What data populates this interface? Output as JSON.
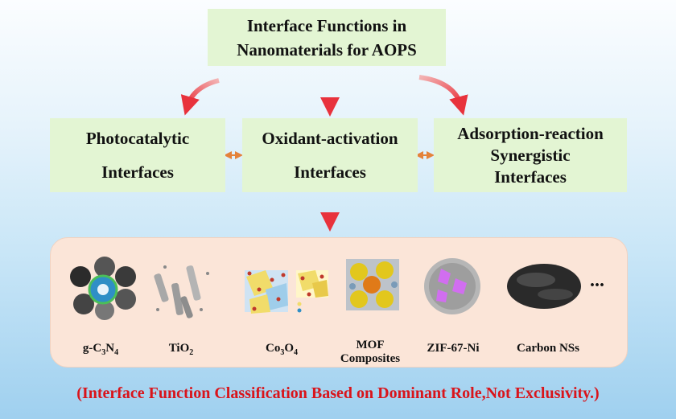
{
  "title": {
    "line1": "Interface Functions in",
    "line2": "Nanomaterials for AOPS"
  },
  "categories": [
    {
      "lines": [
        "Photocatalytic",
        "Interfaces"
      ]
    },
    {
      "lines": [
        "Oxidant-activation",
        "Interfaces"
      ]
    },
    {
      "lines": [
        "Adsorption-reaction",
        "Synergistic",
        "Interfaces"
      ]
    }
  ],
  "materials": [
    {
      "name": "g-C3N4",
      "icon": "g-c3n4-composite-image"
    },
    {
      "name": "TiO2",
      "icon": "tio2-nanorods-image"
    },
    {
      "name": "Co3O4",
      "icon": "co3o4-crystal-structure-image"
    },
    {
      "name": "MOF Composites",
      "icon": "mof-composite-image"
    },
    {
      "name": "ZIF-67-Ni",
      "icon": "zif-67-ni-image"
    },
    {
      "name": "Carbon NSs",
      "icon": "carbon-nanosheets-image"
    }
  ],
  "more": "...",
  "footnote": "(Interface Function Classification Based on Dominant Role,Not Exclusivity.)",
  "colors": {
    "box_fill": "#e3f5d3",
    "arrow": "#e8323c",
    "panel_fill": "#fbe5d8",
    "footnote": "#d9141b"
  }
}
